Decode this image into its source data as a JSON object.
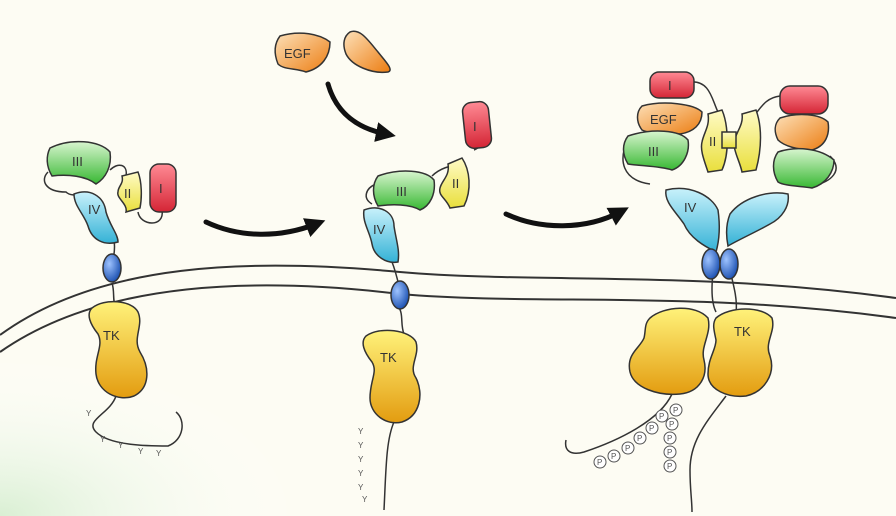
{
  "labels": {
    "egf": "EGF",
    "domain_1": "I",
    "domain_2": "II",
    "domain_3": "III",
    "domain_4": "IV",
    "kinase": "TK",
    "tyrosine": "Y",
    "phospho": "P"
  },
  "colors": {
    "domain_1": "#e83a4a",
    "domain_2": "#f4ef6a",
    "domain_3": "#5fd15a",
    "domain_4": "#59c8e6",
    "kinase": "#f0c51a",
    "egf": "#f2902c",
    "tm_helix": "#2a63c6",
    "background_tint": "#eaf5e6"
  },
  "stages": [
    "monomer-tethered",
    "ligand-binding",
    "activated-dimer"
  ]
}
